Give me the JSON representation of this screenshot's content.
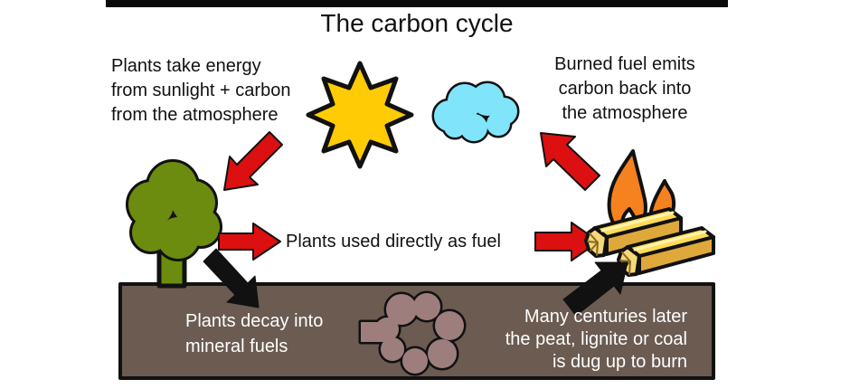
{
  "title": "The carbon cycle",
  "labels": {
    "sunlight": "Plants take energy\nfrom sunlight + carbon\nfrom the atmosphere",
    "burned": "Burned fuel emits\ncarbon back into\nthe atmosphere",
    "direct_fuel": "Plants used directly as fuel",
    "decay": "Plants decay into\nmineral fuels",
    "centuries": "Many centuries later\nthe peat, lignite or coal\nis dug up to burn"
  },
  "icons": {
    "sun": "sun-icon",
    "cloud": "cloud-icon",
    "tree": "tree-icon",
    "fire_logs": "fire-logs-icon",
    "deposit": "mineral-deposit-icon"
  },
  "colors": {
    "arrow_red": "#DC1010",
    "arrow_black": "#111111",
    "sun_yellow": "#FFCB05",
    "cloud_blue": "#80E5FA",
    "tree_green": "#6B8C0E",
    "ground_brown": "#6B5B51",
    "deposit_mauve": "#9D7E7C",
    "flame_orange": "#F5821F",
    "log_top": "#FFDC55",
    "log_side": "#DFA83A",
    "log_end": "#F3D97B",
    "bar_black": "#0A0A0A",
    "text_dark": "#111111",
    "text_light": "#FFFFFF"
  }
}
